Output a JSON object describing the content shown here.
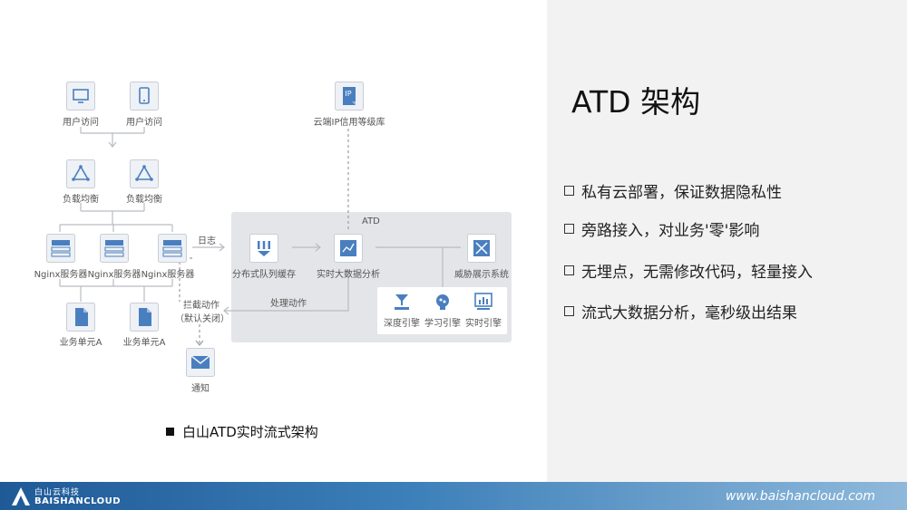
{
  "slide": {
    "title": "ATD 架构",
    "bullets": [
      "私有云部署，保证数据隐私性",
      "旁路接入，对业务'零'影响",
      "无埋点，无需修改代码，轻量接入",
      "流式大数据分析，毫秒级出结果"
    ],
    "caption": "白山ATD实时流式架构"
  },
  "diagram": {
    "user_access_pc": "用户访问",
    "user_access_mobile": "用户访问",
    "lb_1": "负载均衡",
    "lb_2": "负载均衡",
    "nginx_1": "Nginx服务器",
    "nginx_2": "Nginx服务器",
    "nginx_3": "Nginx服务器",
    "biz_unit_1": "业务单元A",
    "biz_unit_2": "业务单元A",
    "notify": "通知",
    "log_label": "日志",
    "block_action_1": "拦截动作",
    "block_action_2": "（默认关闭）",
    "handle_action": "处理动作",
    "cloud_ip_db": "云端IP信用等级库",
    "ip_badge": "IP",
    "atd_label": "ATD",
    "distributed_queue": "分布式队列缓存",
    "realtime_analysis": "实时大数据分析",
    "threat_display": "威胁展示系统",
    "deep_engine": "深度引擎",
    "learning_engine": "学习引擎",
    "realtime_engine": "实时引擎"
  },
  "footer": {
    "logo_cn": "白山云科技",
    "logo_en": "BAISHANCLOUD",
    "url": "www.baishancloud.com"
  },
  "colors": {
    "icon_blue": "#4a7fbf",
    "icon_bg": "#eef1f5",
    "line": "#b8bcc2",
    "footer_start": "#1f5a97"
  }
}
